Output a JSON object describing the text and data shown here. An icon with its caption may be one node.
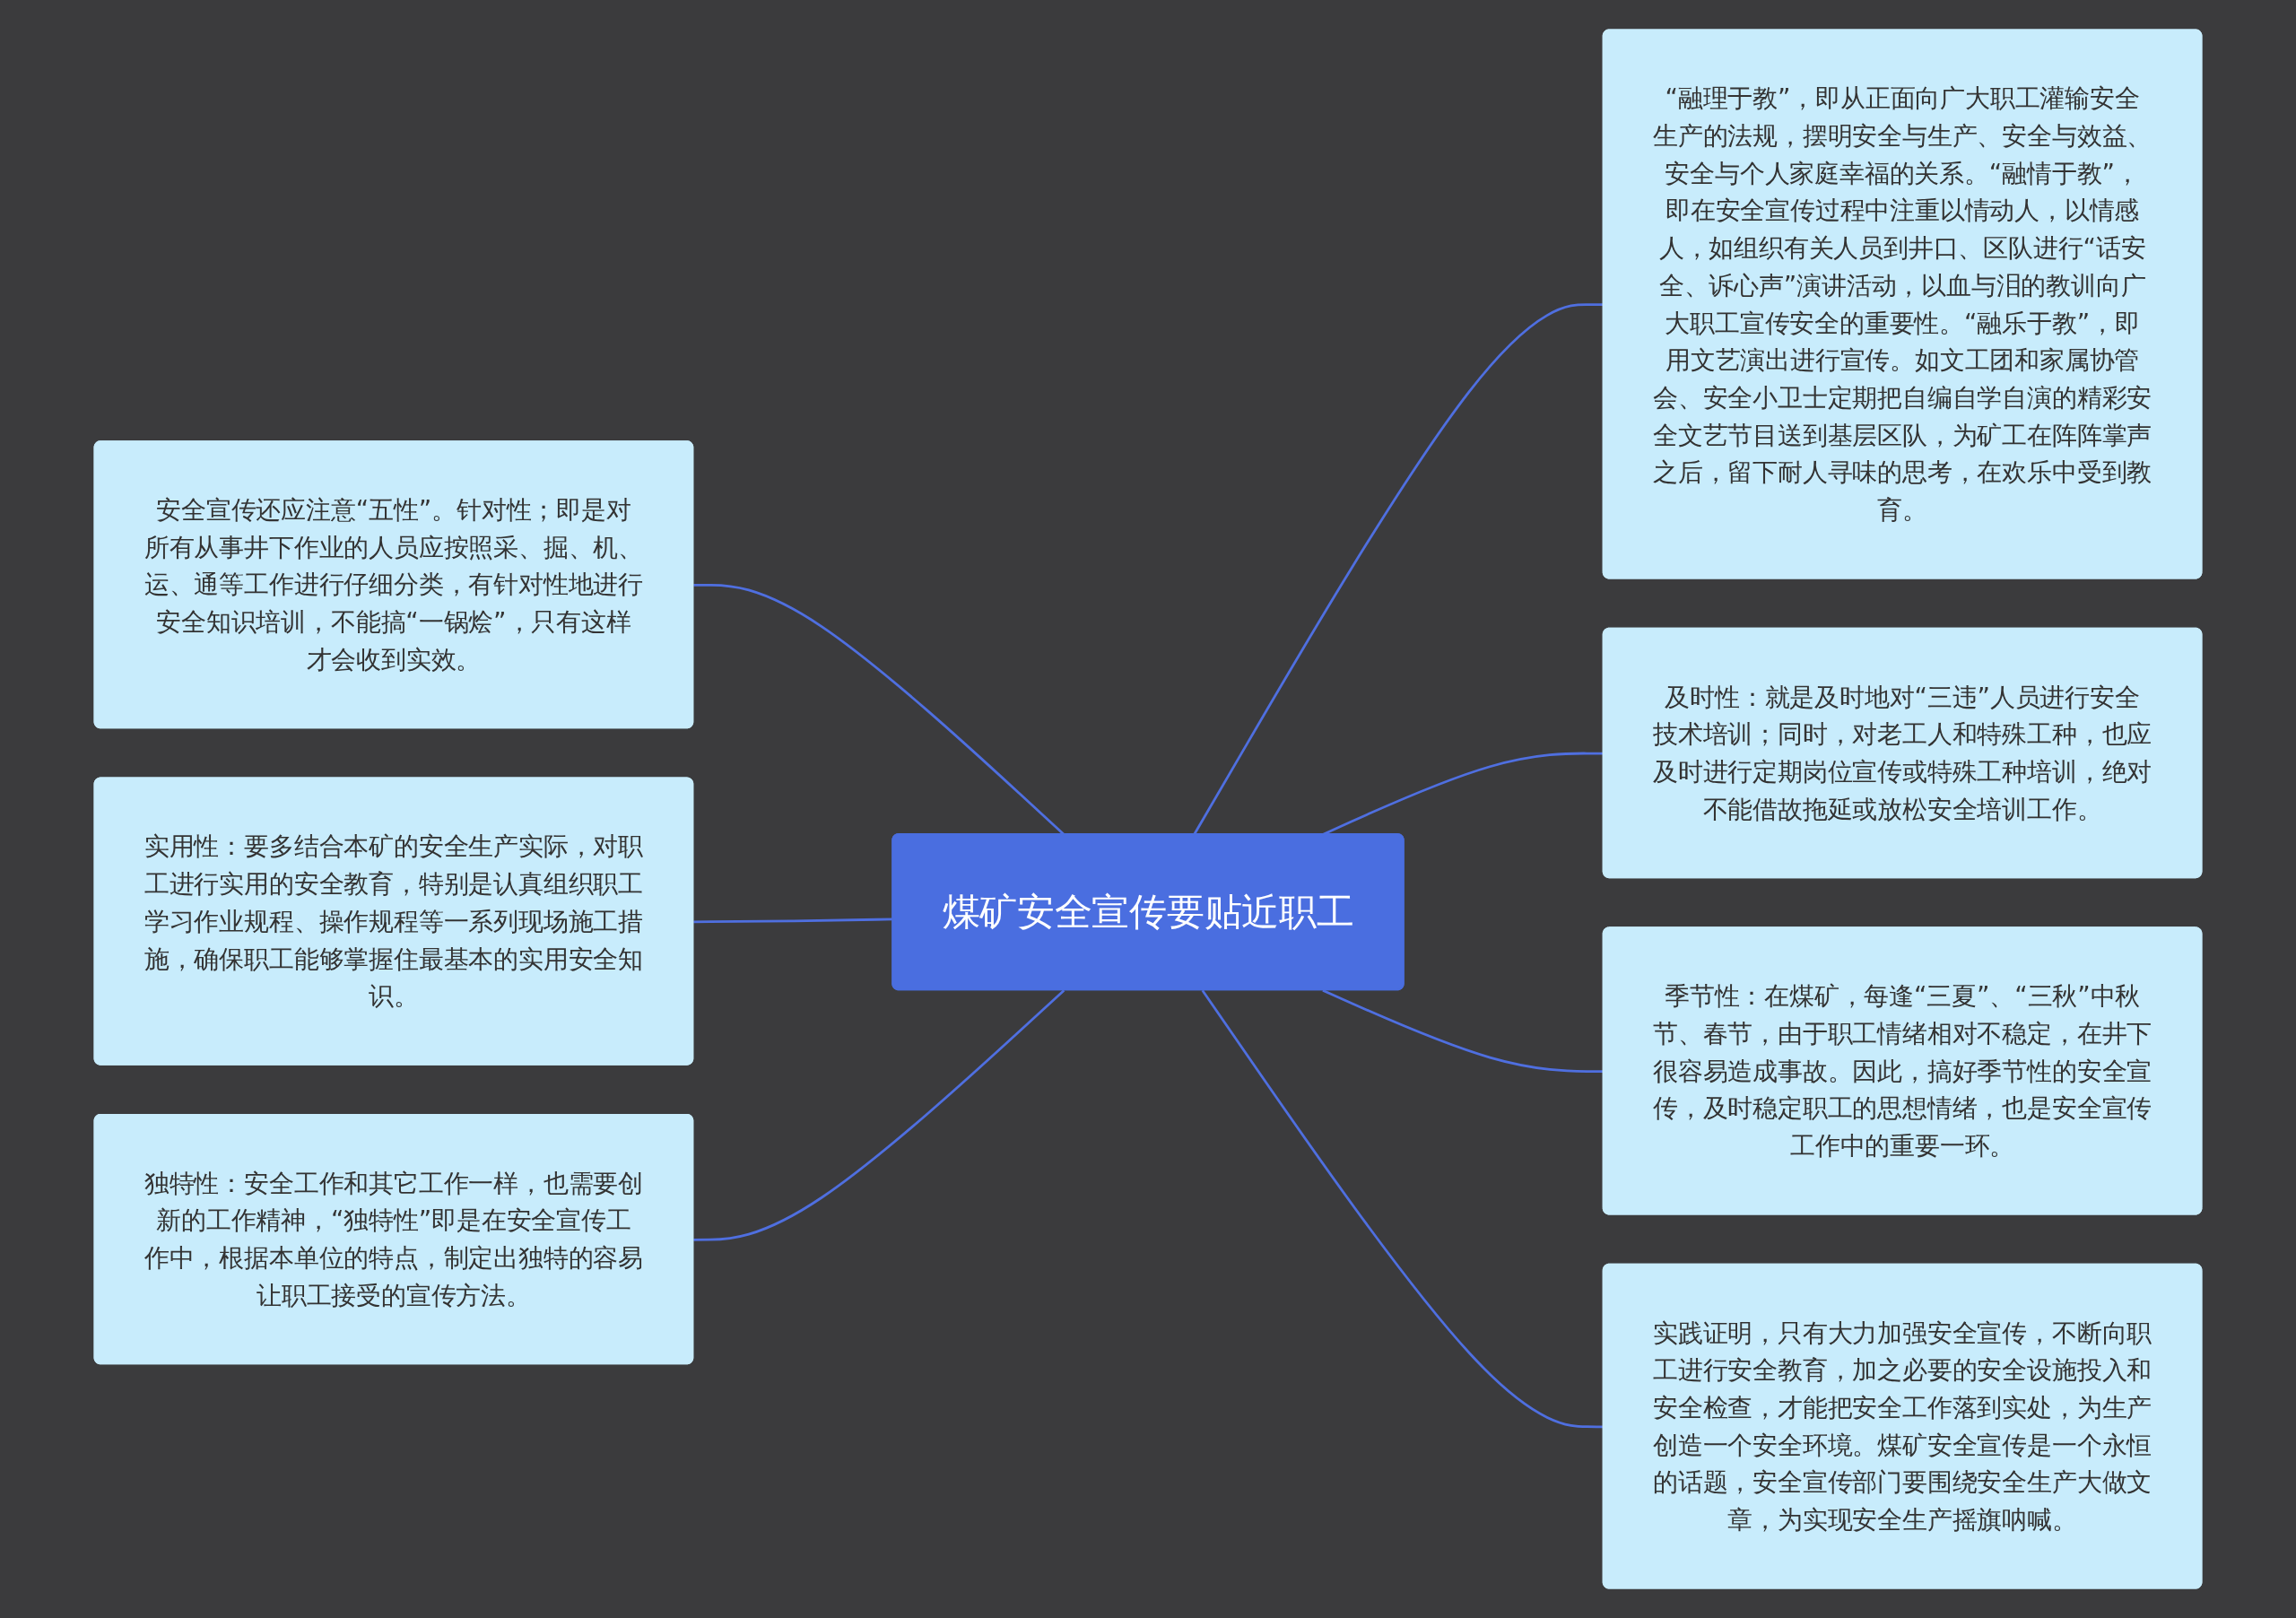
{
  "diagram": {
    "nodes": [
      {
        "text": [
          "煤矿安全宣传要贴近职工"
        ]
      },
      {
        "text": [
          "安全宣传还应注意“五性”。针对性；即是对所有从事井下作业的人员应按照采、掘、机、运、通等工作进行仔细分类，有针对性地进行安全知识培训，不能搞“一锅烩”，只有这样才会收到实效。"
        ]
      },
      {
        "text": [
          "实用性：要多结合本矿的安全生产实际，对职工进行实用的安全教育，特别是认真组织职工学习作业规程、操作规程等一系列现场施工措施，确保职工能够掌握住最基本的实用安全知识。"
        ]
      },
      {
        "text": [
          "独特性：安全工作和其它工作一样，也需要创新的工作精神，“独特性”即是在安全宣传工作中，根据本单位的特点，制定出独特的容易让职工接受的宣传方法。"
        ]
      },
      {
        "text": [
          "“融理于教”，即从正面向广大职工灌输安全生产的法规，摆明安全与生产、安全与效益、安全与个人家庭幸福的关系。“融情于教”，即在安全宣传过程中注重以情动人，以情感人，如组织有关人员到井口、区队进行“话安全、诉心声”演讲活动，以血与泪的教训向广大职工宣传安全的重要性。“融乐于教”，即用文艺演出进行宣传。如文工团和家属协管会、安全小卫士定期把自编自学自演的精彩安全文艺节目送到基层区队，为矿工在阵阵掌声之后，留下耐人寻味的思考，在欢乐中受到教育。"
        ]
      },
      {
        "text": [
          "及时性：就是及时地对“三违”人员进行安全技术培训；同时，对老工人和特殊工种，也应及时进行定期岗位宣传或特殊工种培训，绝对不能借故拖延或放松安全培训工作。"
        ]
      },
      {
        "text": [
          "季节性：在煤矿，每逢“三夏”、“三秋”中秋节、春节，由于职工情绪相对不稳定，在井下很容易造成事故。因此，搞好季节性的安全宣传，及时稳定职工的思想情绪，也是安全宣传工作中的重要一环。"
        ]
      },
      {
        "text": [
          "实践证明，只有大力加强安全宣传，不断向职工进行安全教育，加之必要的安全设施投入和安全检查，才能把安全工作落到实处，为生产创造一个安全环境。煤矿安全宣传是一个永恒的话题，安全宣传部门要围绕安全生产大做文章，为实现安全生产摇旗呐喊。"
        ]
      }
    ],
    "edges": [
      {
        "from": 0,
        "to": 1,
        "arrow": "none"
      },
      {
        "from": 0,
        "to": 2,
        "arrow": "none"
      },
      {
        "from": 0,
        "to": 3,
        "arrow": "none"
      },
      {
        "from": 0,
        "to": 4,
        "arrow": "none"
      },
      {
        "from": 0,
        "to": 5,
        "arrow": "none"
      },
      {
        "from": 0,
        "to": 6,
        "arrow": "none"
      },
      {
        "from": 0,
        "to": 7,
        "arrow": "none"
      }
    ]
  }
}
